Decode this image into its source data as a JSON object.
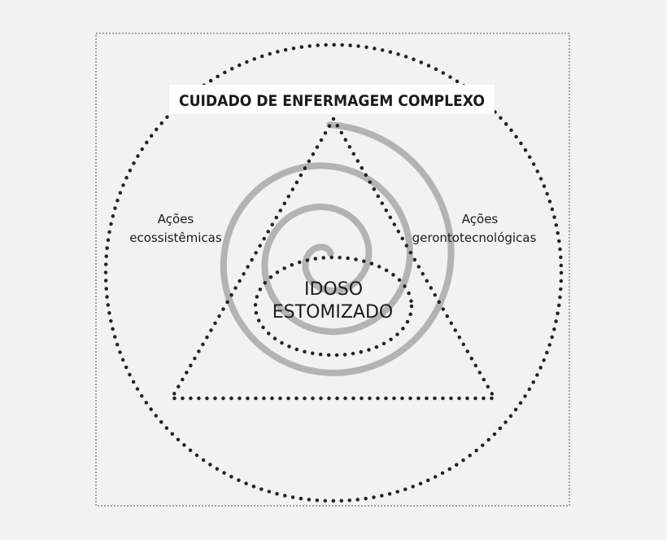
{
  "diagram": {
    "title": "CUIDADO DE ENFERMAGEM COMPLEXO",
    "left_label": {
      "line1": "Ações",
      "line2": "ecossistêmicas"
    },
    "right_label": {
      "line1": "Ações",
      "line2": "gerontotecnológicas"
    },
    "center_label": {
      "line1": "IDOSO",
      "line2": "ESTOMIZADO"
    }
  },
  "colors": {
    "background": "#f2f2f2",
    "dots": "#222222",
    "spiral": "#b3b3b3",
    "title_box": "#ffffff",
    "text": "#1a1a1a"
  }
}
